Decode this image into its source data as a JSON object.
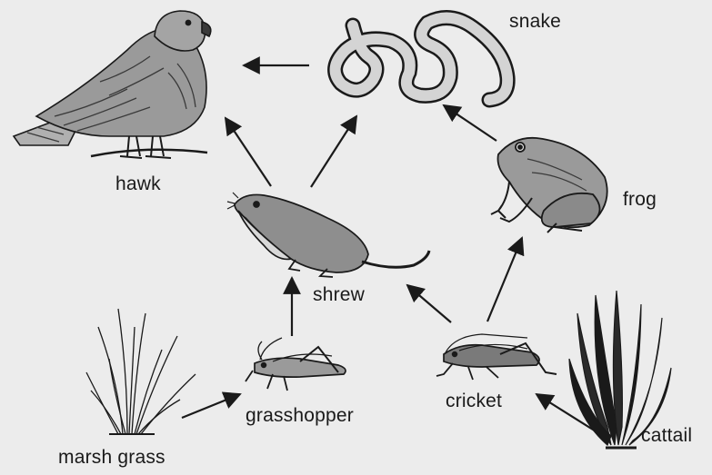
{
  "diagram": {
    "organisms": {
      "hawk": "hawk",
      "snake": "snake",
      "frog": "frog",
      "shrew": "shrew",
      "grasshopper": "grasshopper",
      "cricket": "cricket",
      "marsh_grass": "marsh grass",
      "cattail": "cattail"
    },
    "arrows": [
      {
        "from": "snake",
        "to": "hawk"
      },
      {
        "from": "shrew",
        "to": "hawk"
      },
      {
        "from": "shrew",
        "to": "snake"
      },
      {
        "from": "frog",
        "to": "snake"
      },
      {
        "from": "cricket",
        "to": "frog"
      },
      {
        "from": "cricket",
        "to": "shrew"
      },
      {
        "from": "grasshopper",
        "to": "shrew"
      },
      {
        "from": "marsh grass",
        "to": "grasshopper"
      },
      {
        "from": "cattail",
        "to": "cricket"
      }
    ],
    "colors": {
      "background": "#ececec",
      "ink": "#1a1a1a",
      "animal_fill": "#9a9a9a",
      "light_fill": "#d4d4d4"
    }
  }
}
